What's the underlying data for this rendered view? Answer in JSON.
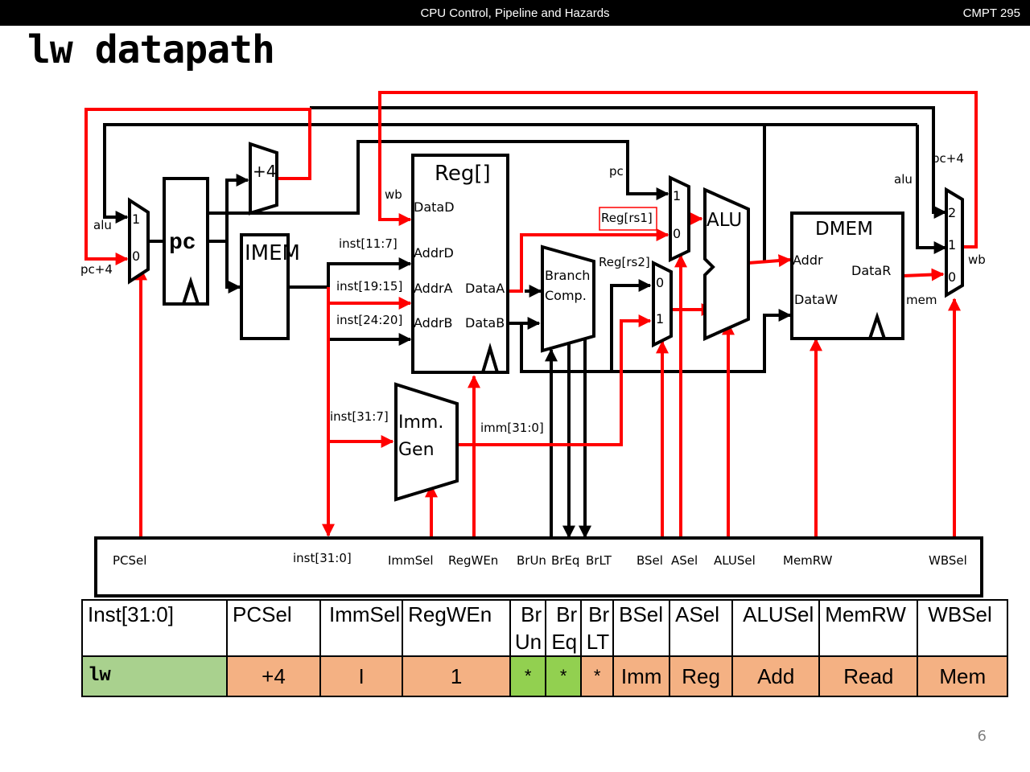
{
  "header": {
    "center_title": "CPU Control, Pipeline and Hazards",
    "course": "CMPT 295"
  },
  "slide": {
    "title": "lw datapath",
    "page_number": "6"
  },
  "colors": {
    "active_wire": "#ff0000",
    "inactive_wire": "#000000",
    "table_instr_fill": "#a9d18e",
    "table_value_fill": "#f4b183",
    "table_dontcare_fill": "#92d050"
  },
  "diagram": {
    "blocks": {
      "pc": "pc",
      "plus4": "+4",
      "imem": "IMEM",
      "reg": "Reg[]",
      "branch_line1": "Branch",
      "branch_line2": "Comp.",
      "alu": "ALU",
      "dmem": "DMEM",
      "imm_line1": "Imm.",
      "imm_line2": "Gen"
    },
    "ports": {
      "dataD": "DataD",
      "addrD": "AddrD",
      "addrA": "AddrA",
      "addrB": "AddrB",
      "dataA": "DataA",
      "dataB": "DataB",
      "addr": "Addr",
      "dataW": "DataW",
      "dataR": "DataR"
    },
    "wires": {
      "alu_left": "alu",
      "pc_plus4_left": "pc+4",
      "wb_reg": "wb",
      "inst_11_7": "inst[11:7]",
      "inst_19_15": "inst[19:15]",
      "inst_24_20": "inst[24:20]",
      "inst_31_7": "inst[31:7]",
      "imm_31_0": "imm[31:0]",
      "pc_amux": "pc",
      "reg_rs1": "Reg[rs1]",
      "reg_rs2": "Reg[rs2]",
      "alu_right": "alu",
      "pc_plus4_right": "pc+4",
      "wb_right": "wb",
      "mem": "mem"
    },
    "mux_inputs": {
      "pc_mux": [
        "1",
        "0"
      ],
      "a_mux": [
        "1",
        "0"
      ],
      "b_mux": [
        "0",
        "1"
      ],
      "wb_mux": [
        "2",
        "1",
        "0"
      ]
    },
    "control_signals": [
      "PCSel",
      "inst[31:0]",
      "ImmSel",
      "RegWEn",
      "BrUn",
      "BrEq",
      "BrLT",
      "BSel",
      "ASel",
      "ALUSel",
      "MemRW",
      "WBSel"
    ]
  },
  "table": {
    "headers": [
      [
        "Inst[31:0]"
      ],
      [
        "PCSel"
      ],
      [
        "ImmSel"
      ],
      [
        "RegWEn"
      ],
      [
        "Br",
        "Un"
      ],
      [
        "Br",
        "Eq"
      ],
      [
        "Br",
        "LT"
      ],
      [
        "BSel"
      ],
      [
        "ASel"
      ],
      [
        "ALUSel"
      ],
      [
        "MemRW"
      ],
      [
        "WBSel"
      ]
    ],
    "row": [
      "lw",
      "+4",
      "I",
      "1",
      "*",
      "*",
      "*",
      "Imm",
      "Reg",
      "Add",
      "Read",
      "Mem"
    ]
  }
}
